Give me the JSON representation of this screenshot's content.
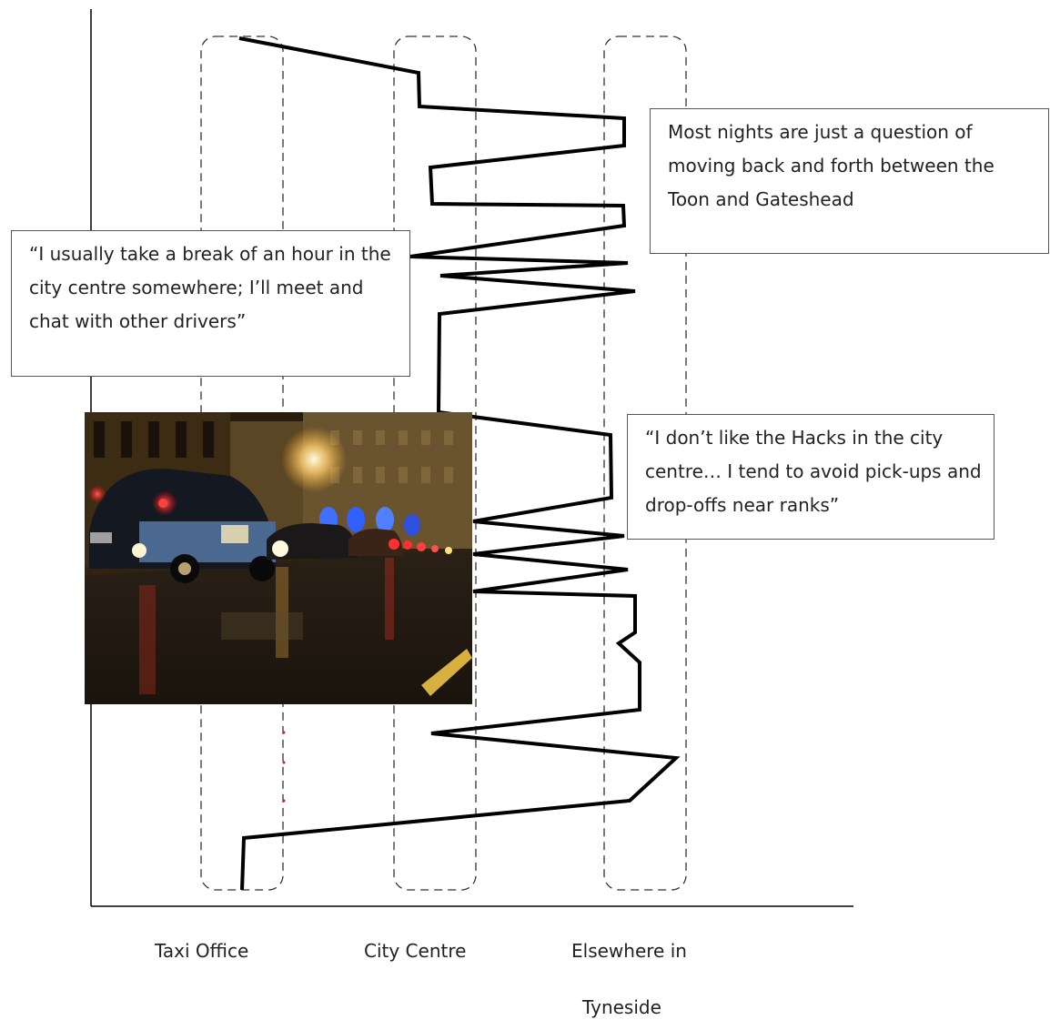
{
  "zones": [
    {
      "id": "taxi-office",
      "label": "Taxi Office"
    },
    {
      "id": "city-centre",
      "label": "City Centre"
    },
    {
      "id": "elsewhere",
      "label_line1": "Elsewhere in",
      "label_line2": "Tyneside"
    }
  ],
  "callouts": {
    "break": "“I usually take a break of an hour in the city centre somewhere; I’ll meet and chat with other drivers”",
    "shuttle": "Most nights are just a question of moving back and forth between the Toon and Gateshead",
    "hacks": "“I don’t like the Hacks in the city centre… I tend to avoid pick-ups and drop-offs near ranks”"
  },
  "photo": {
    "subject": "Taxis queued on a wet city-centre street at night"
  },
  "colors": {
    "trajectory": "#000000",
    "zone_border": "#333333",
    "axis": "#000000"
  }
}
